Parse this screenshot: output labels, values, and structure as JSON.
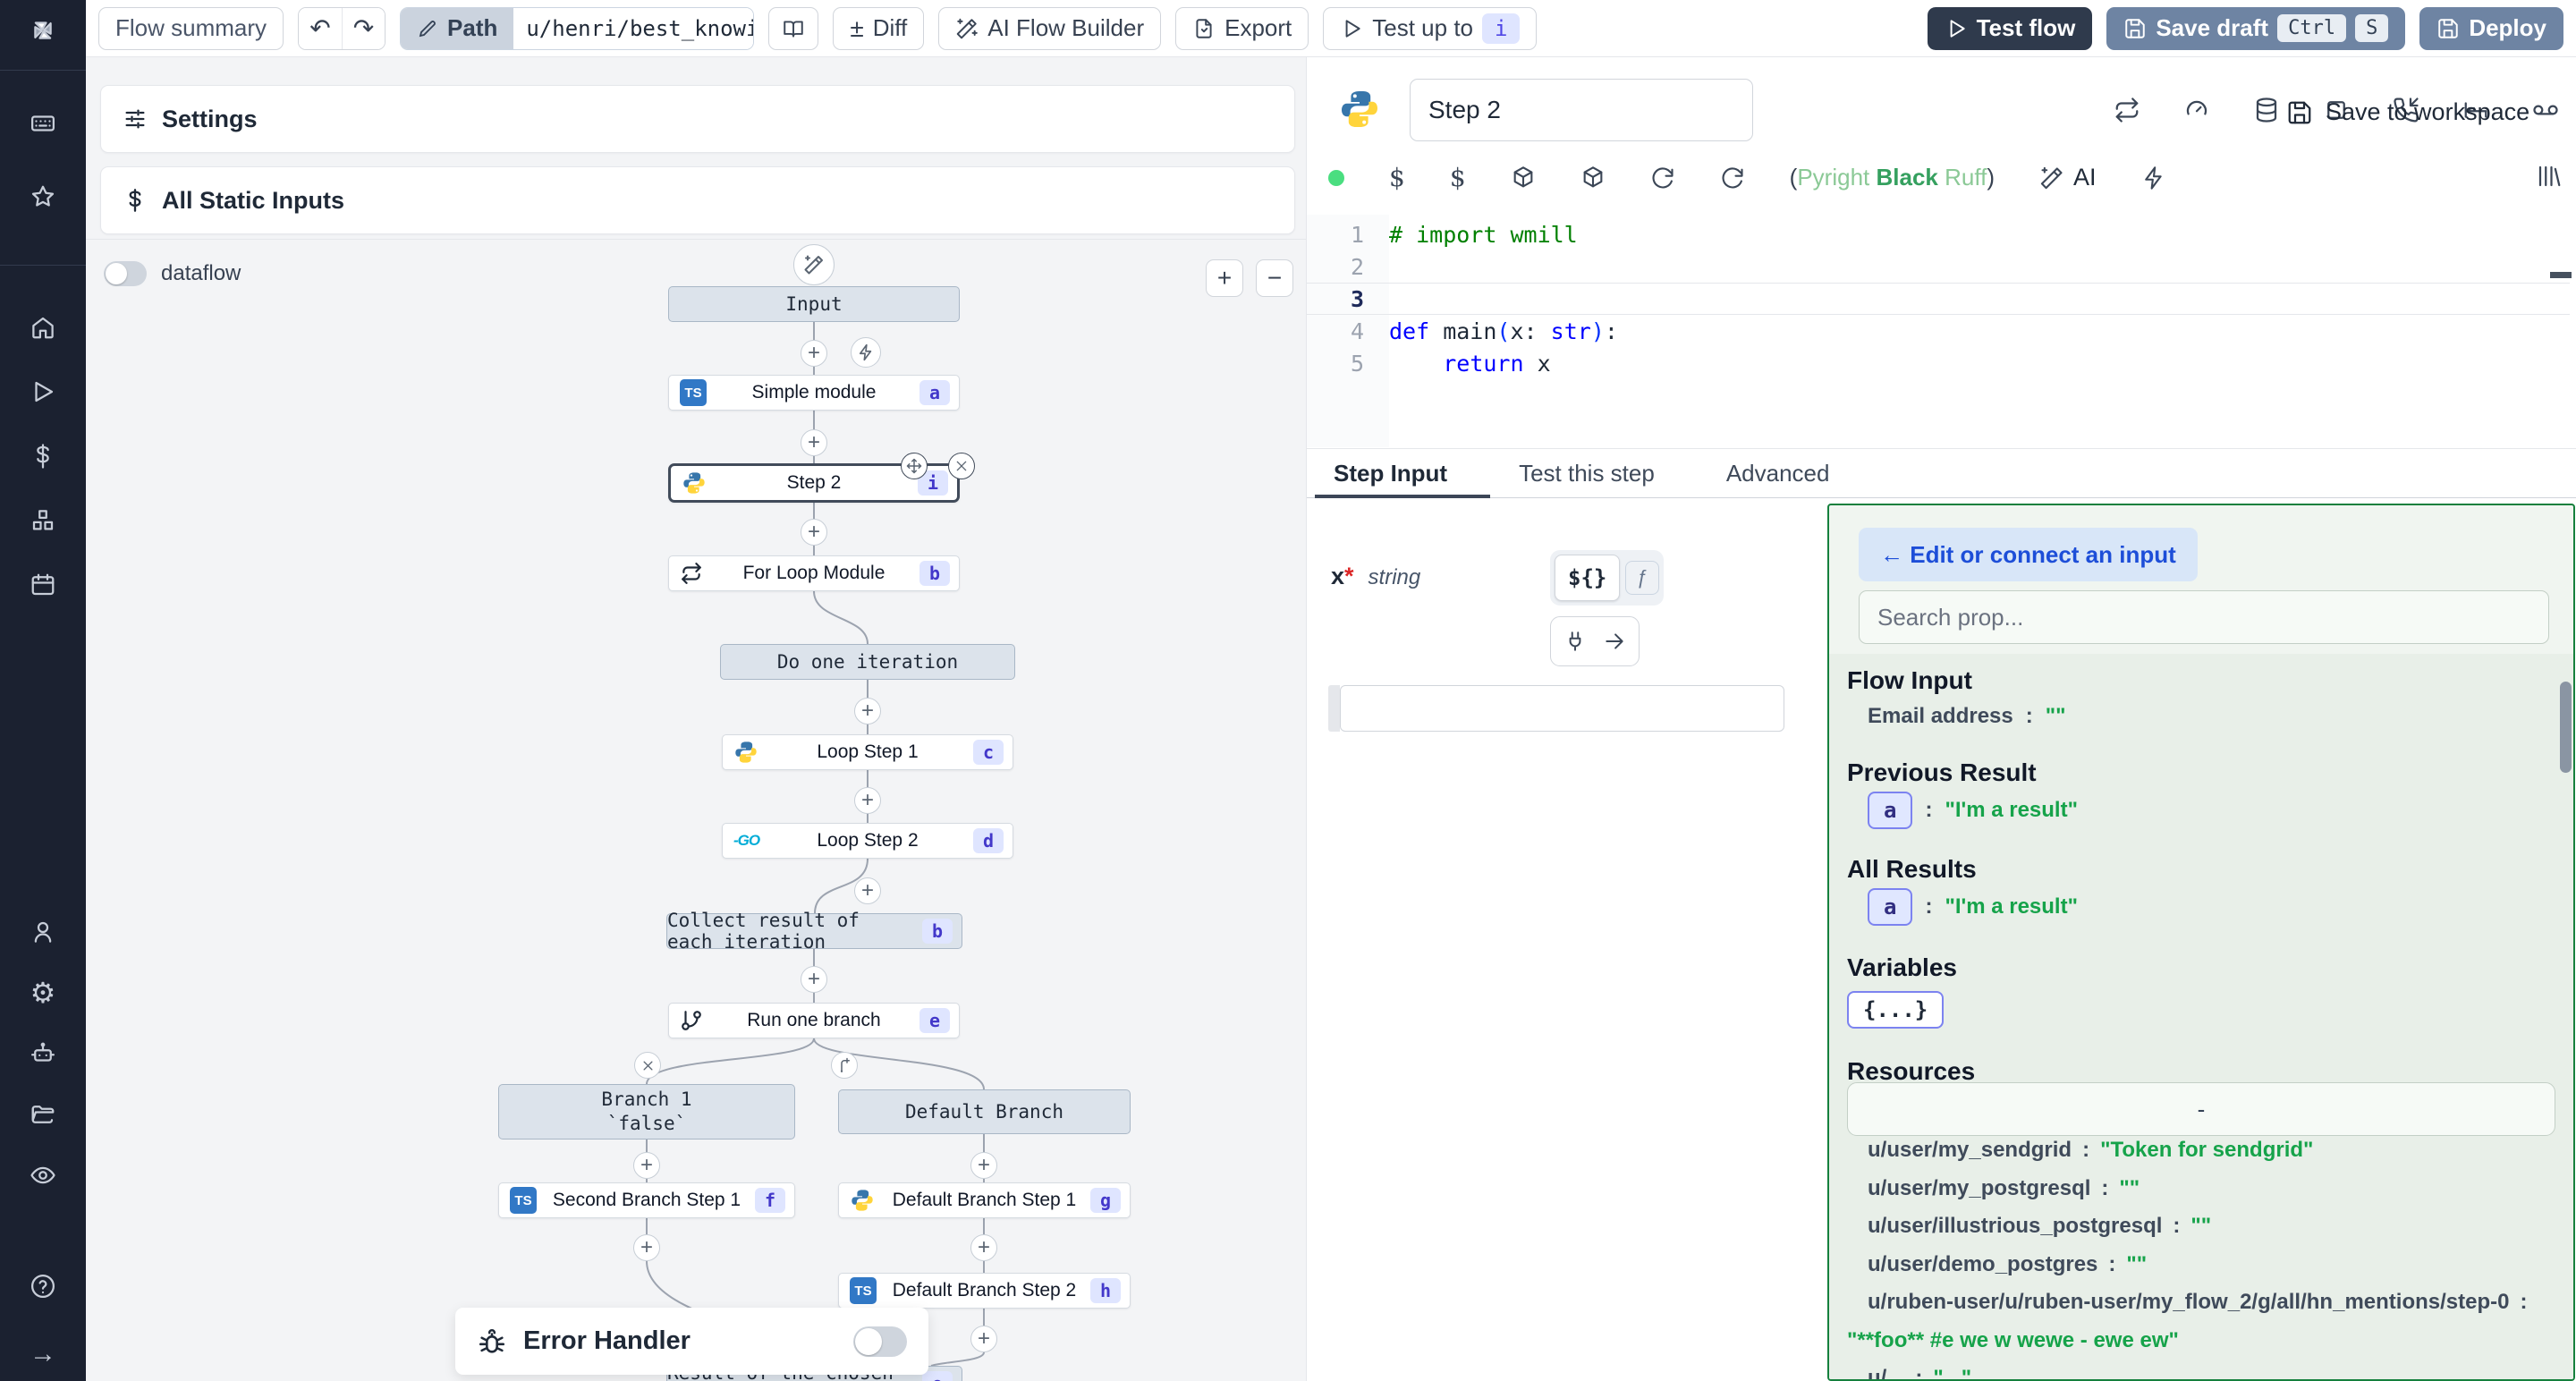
{
  "topbar": {
    "flow_summary": "Flow summary",
    "path_label": "Path",
    "path_value": "u/henri/best_knowi",
    "diff": "Diff",
    "ai_builder": "AI Flow Builder",
    "export": "Export",
    "test_up_to": "Test up to",
    "test_badge": "i",
    "test_flow": "Test flow",
    "save_draft": "Save draft",
    "kbd_ctrl": "Ctrl",
    "kbd_s": "S",
    "deploy": "Deploy"
  },
  "flow": {
    "settings": "Settings",
    "static_inputs": "All Static Inputs",
    "dataflow": "dataflow",
    "zoom_in": "+",
    "zoom_out": "−",
    "error_handler": "Error Handler"
  },
  "graph": {
    "input": "Input",
    "simple_module": {
      "label": "Simple module",
      "badge": "a"
    },
    "step2": {
      "label": "Step 2",
      "badge": "i"
    },
    "for_loop": {
      "label": "For Loop Module",
      "badge": "b"
    },
    "do_one_iteration": "Do one iteration",
    "loop_step1": {
      "label": "Loop Step 1",
      "badge": "c"
    },
    "loop_step2": {
      "label": "Loop Step 2",
      "badge": "d"
    },
    "collect": {
      "label": "Collect result of each iteration",
      "badge": "b"
    },
    "run_one_branch": {
      "label": "Run one branch",
      "badge": "e"
    },
    "branch1_line1": "Branch 1",
    "branch1_line2": "`false`",
    "default_branch": "Default Branch",
    "second_branch_step1": {
      "label": "Second Branch Step 1",
      "badge": "f"
    },
    "default_branch_step1": {
      "label": "Default Branch Step 1",
      "badge": "g"
    },
    "default_branch_step2": {
      "label": "Default Branch Step 2",
      "badge": "h"
    },
    "result_branch": {
      "label": "Result of the chosen branch",
      "badge": "o"
    }
  },
  "editor": {
    "step_name": "Step 2",
    "save_to_workspace": "Save to workspace",
    "assist_open": "(",
    "assist_1": "Pyright",
    "assist_2": "Black",
    "assist_3": "Ruff",
    "assist_close": ")",
    "ai": "AI",
    "lines": [
      {
        "n": "1",
        "tokens": [
          {
            "c": "com",
            "t": "# import wmill"
          }
        ]
      },
      {
        "n": "2",
        "tokens": []
      },
      {
        "n": "3",
        "active": true,
        "tokens": []
      },
      {
        "n": "4",
        "tokens": [
          {
            "c": "kw",
            "t": "def"
          },
          {
            "c": "pl",
            "t": " main"
          },
          {
            "c": "br",
            "t": "("
          },
          {
            "c": "pl",
            "t": "x"
          },
          {
            "c": "pl",
            "t": ": "
          },
          {
            "c": "kw",
            "t": "str"
          },
          {
            "c": "br",
            "t": ")"
          },
          {
            "c": "pl",
            "t": ":"
          }
        ]
      },
      {
        "n": "5",
        "tokens": [
          {
            "c": "pl",
            "t": "    "
          },
          {
            "c": "kw",
            "t": "return"
          },
          {
            "c": "pl",
            "t": " x"
          }
        ]
      }
    ]
  },
  "tabs": {
    "step_input": "Step Input",
    "test_this_step": "Test this step",
    "advanced": "Advanced"
  },
  "form": {
    "arg_name": "x",
    "required_mark": "*",
    "arg_type": "string",
    "expr_toggle": "${}",
    "fn_toggle": "ƒ"
  },
  "connect": {
    "back": "← Edit or connect an input",
    "search_placeholder": "Search prop...",
    "flow_input_title": "Flow Input",
    "email_key": "Email address",
    "email_value": "\"\"",
    "previous_result_title": "Previous Result",
    "chip_a": "a",
    "result_value": "\"I'm a result\"",
    "all_results_title": "All Results",
    "variables_title": "Variables",
    "variables_chip": "{...}",
    "resources_title": "Resources",
    "resources_filter": "-",
    "rows": [
      {
        "k": "u/user/my_sendgrid",
        "v": "\"Token for sendgrid\""
      },
      {
        "k": "u/user/my_postgresql",
        "v": "\"\""
      },
      {
        "k": "u/user/illustrious_postgresql",
        "v": "\"\""
      },
      {
        "k": "u/user/demo_postgres",
        "v": "\"\""
      },
      {
        "k": "u/ruben-user/u/ruben-user/my_flow_2/g/all/hn_mentions/step-0",
        "v": ""
      },
      {
        "k": "",
        "v": "\"**foo** #e we w wewe - ewe ew\""
      },
      {
        "k": "u/...",
        "v": "\"...\""
      }
    ]
  },
  "misc": {
    "colon": ":"
  }
}
